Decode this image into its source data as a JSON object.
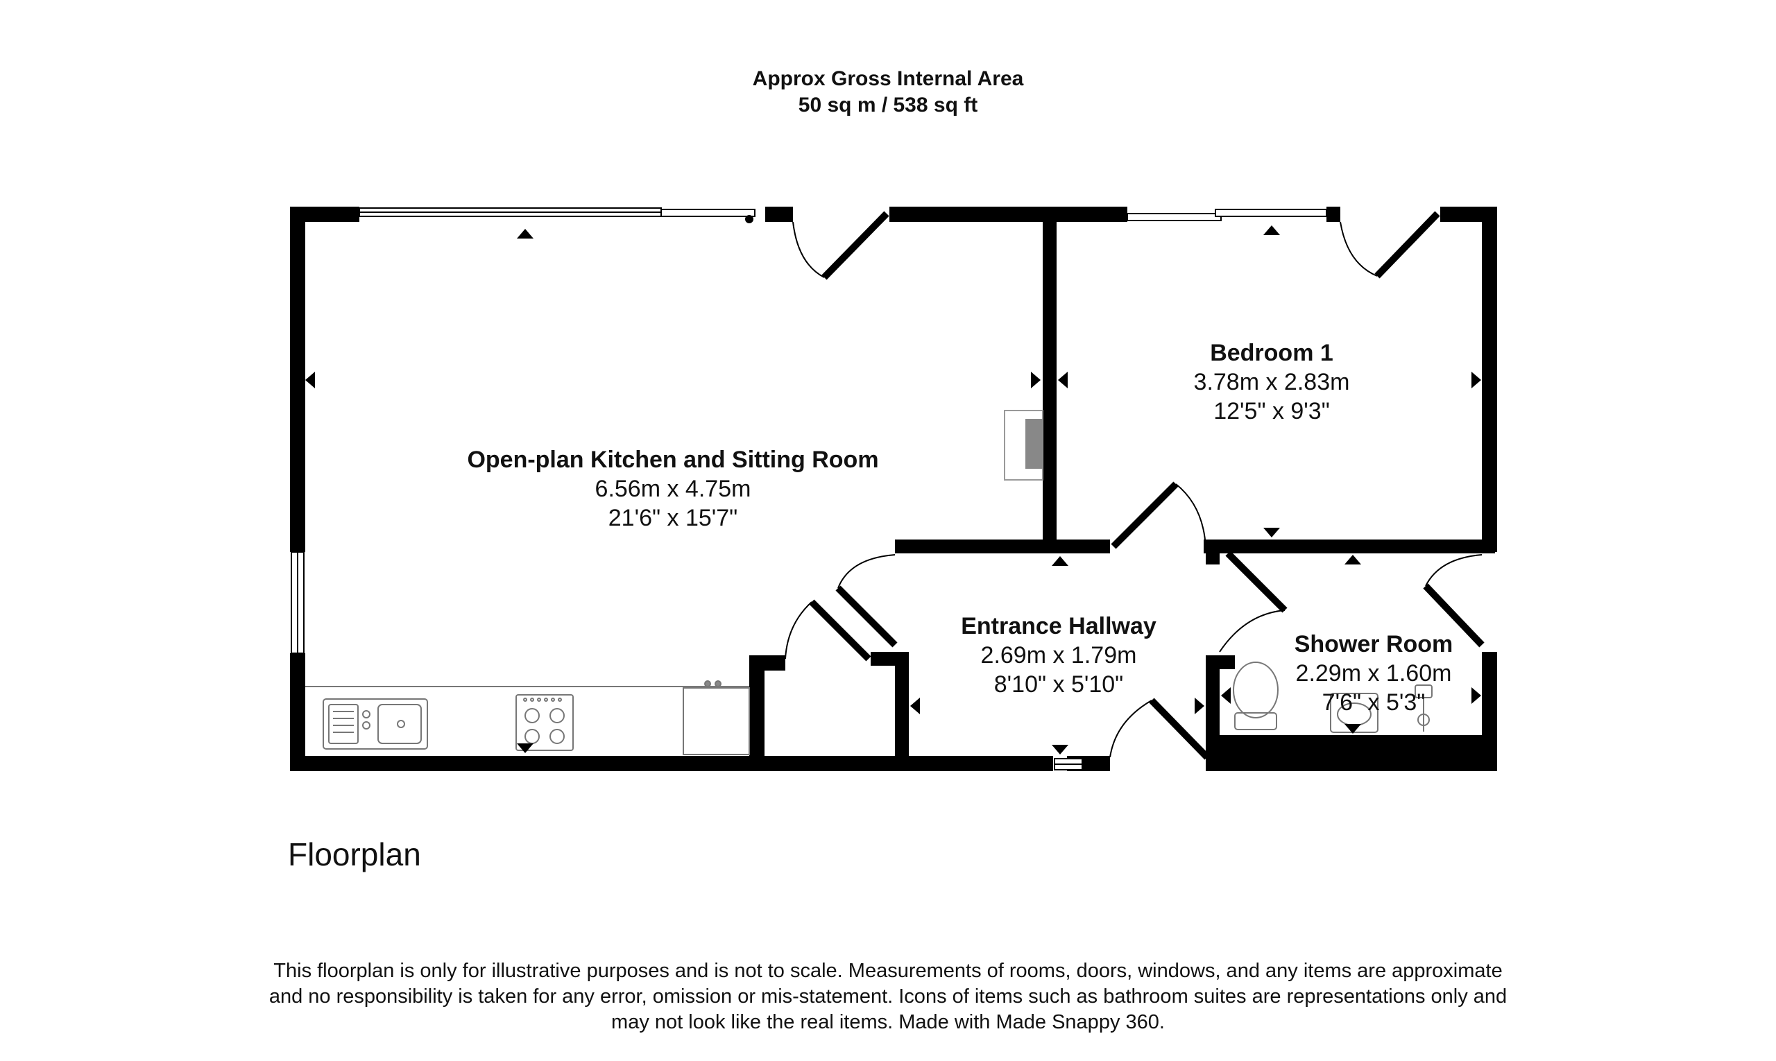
{
  "header": {
    "area_title": "Approx Gross Internal Area",
    "area_value": "50 sq m / 538 sq ft"
  },
  "rooms": [
    {
      "name": "Open-plan Kitchen and Sitting Room",
      "metric": "6.56m x 4.75m",
      "imperial": "21'6\" x 15'7\""
    },
    {
      "name": "Bedroom 1",
      "metric": "3.78m x 2.83m",
      "imperial": "12'5\" x 9'3\""
    },
    {
      "name": "Entrance Hallway",
      "metric": "2.69m x 1.79m",
      "imperial": "8'10\" x 5'10\""
    },
    {
      "name": "Shower Room",
      "metric": "2.29m x 1.60m",
      "imperial": "7'6\" x 5'3\""
    }
  ],
  "floor_title": "Floorplan",
  "disclaimer": [
    "This floorplan is only for illustrative purposes and is not to scale. Measurements of rooms, doors, windows, and any items are approximate",
    "and no responsibility is taken for any error, omission or mis-statement. Icons of items such as bathroom suites are representations only and",
    "may not look like the real items. Made with Made Snappy 360."
  ],
  "colors": {
    "wall": "#000000",
    "fixture_line": "#777777",
    "background": "#ffffff"
  }
}
